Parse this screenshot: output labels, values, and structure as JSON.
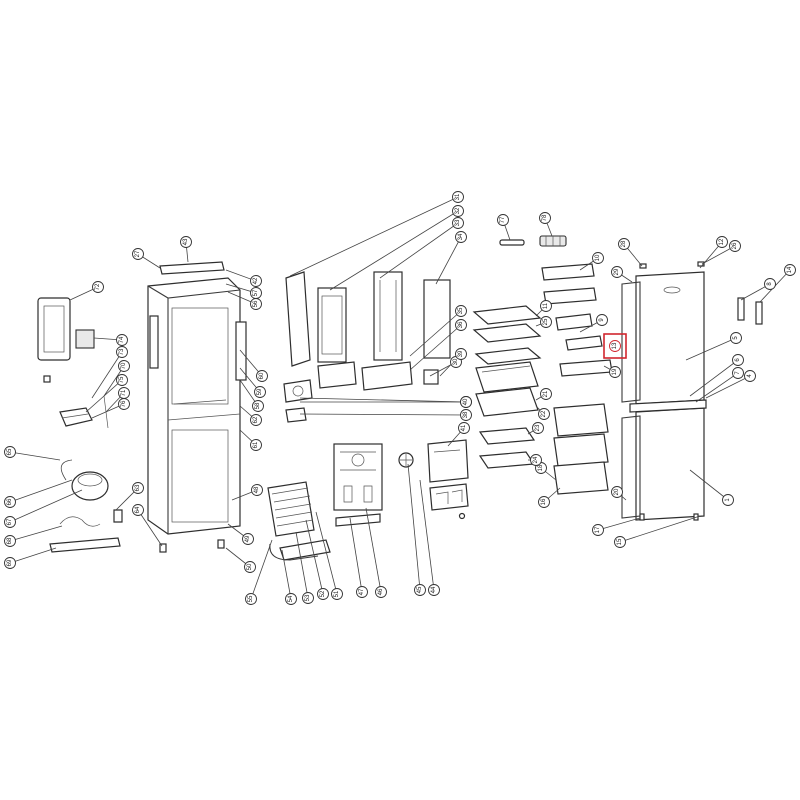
{
  "diagram": {
    "highlight_color": "#d0262e",
    "line_color": "#2e2e2e",
    "callouts": [
      {
        "n": "1"
      },
      {
        "n": "4"
      },
      {
        "n": "5"
      },
      {
        "n": "6"
      },
      {
        "n": "7"
      },
      {
        "n": "8"
      },
      {
        "n": "9"
      },
      {
        "n": "10"
      },
      {
        "n": "11"
      },
      {
        "n": "12"
      },
      {
        "n": "13"
      },
      {
        "n": "14"
      },
      {
        "n": "15"
      },
      {
        "n": "16"
      },
      {
        "n": "17"
      },
      {
        "n": "18"
      },
      {
        "n": "19"
      },
      {
        "n": "20"
      },
      {
        "n": "21"
      },
      {
        "n": "22"
      },
      {
        "n": "23"
      },
      {
        "n": "24"
      },
      {
        "n": "25"
      },
      {
        "n": "26"
      },
      {
        "n": "27"
      },
      {
        "n": "28"
      },
      {
        "n": "29"
      },
      {
        "n": "30"
      },
      {
        "n": "31"
      },
      {
        "n": "32"
      },
      {
        "n": "33"
      },
      {
        "n": "34"
      },
      {
        "n": "35"
      },
      {
        "n": "36"
      },
      {
        "n": "37"
      },
      {
        "n": "38"
      },
      {
        "n": "39"
      },
      {
        "n": "40"
      },
      {
        "n": "41"
      },
      {
        "n": "42"
      },
      {
        "n": "43"
      },
      {
        "n": "44"
      },
      {
        "n": "45"
      },
      {
        "n": "46"
      },
      {
        "n": "47"
      },
      {
        "n": "48"
      },
      {
        "n": "49"
      },
      {
        "n": "50"
      },
      {
        "n": "51"
      },
      {
        "n": "52"
      },
      {
        "n": "53"
      },
      {
        "n": "54"
      },
      {
        "n": "55"
      },
      {
        "n": "56"
      },
      {
        "n": "57"
      },
      {
        "n": "58"
      },
      {
        "n": "59"
      },
      {
        "n": "60"
      },
      {
        "n": "61"
      },
      {
        "n": "62"
      },
      {
        "n": "63"
      },
      {
        "n": "64"
      },
      {
        "n": "65"
      },
      {
        "n": "66"
      },
      {
        "n": "67"
      },
      {
        "n": "68"
      },
      {
        "n": "69"
      },
      {
        "n": "70"
      },
      {
        "n": "71"
      },
      {
        "n": "72"
      },
      {
        "n": "73"
      },
      {
        "n": "74"
      },
      {
        "n": "75"
      },
      {
        "n": "76"
      },
      {
        "n": "77"
      },
      {
        "n": "78"
      }
    ],
    "highlighted_part": "13"
  }
}
